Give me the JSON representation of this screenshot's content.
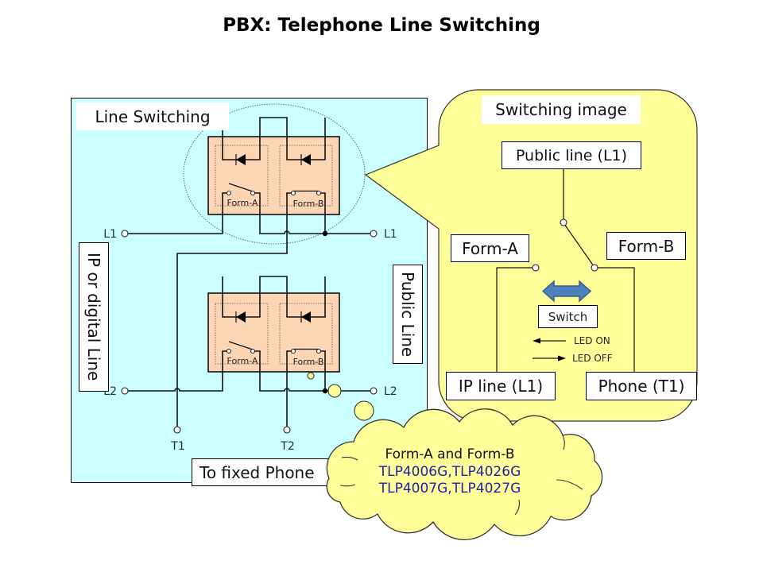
{
  "title": "PBX: Telephone Line Switching",
  "left_panel": {
    "label": "Line Switching",
    "side_left_label": "IP or digital Line",
    "side_right_label": "Public Line",
    "bottom_label": "To fixed Phone",
    "terminals": {
      "l1_left": "L1",
      "l1_right": "L1",
      "l2_left": "L2",
      "l2_right": "L2",
      "t1": "T1",
      "t2": "T2"
    },
    "relays": [
      {
        "form_a": "Form-A",
        "form_b": "Form-B"
      },
      {
        "form_a": "Form-A",
        "form_b": "Form-B"
      }
    ]
  },
  "callout": {
    "title": "Switching image",
    "public_line": "Public line (L1)",
    "form_a": "Form-A",
    "form_b": "Form-B",
    "switch": "Switch",
    "led_on": "LED ON",
    "led_off": "LED OFF",
    "ip_line": "IP line (L1)",
    "phone": "Phone (T1)"
  },
  "cloud": {
    "heading": "Form-A and Form-B",
    "parts": [
      "TLP4006G,TLP4026G",
      "TLP4007G,TLP4027G"
    ]
  },
  "colors": {
    "panel": "#ccffff",
    "relay": "#fcd5b4",
    "callout": "#ffff99",
    "cloud": "#ffff99",
    "arrow": "#4f81bd",
    "arrow-border": "#385d8a",
    "part": "#1f1fa8"
  }
}
